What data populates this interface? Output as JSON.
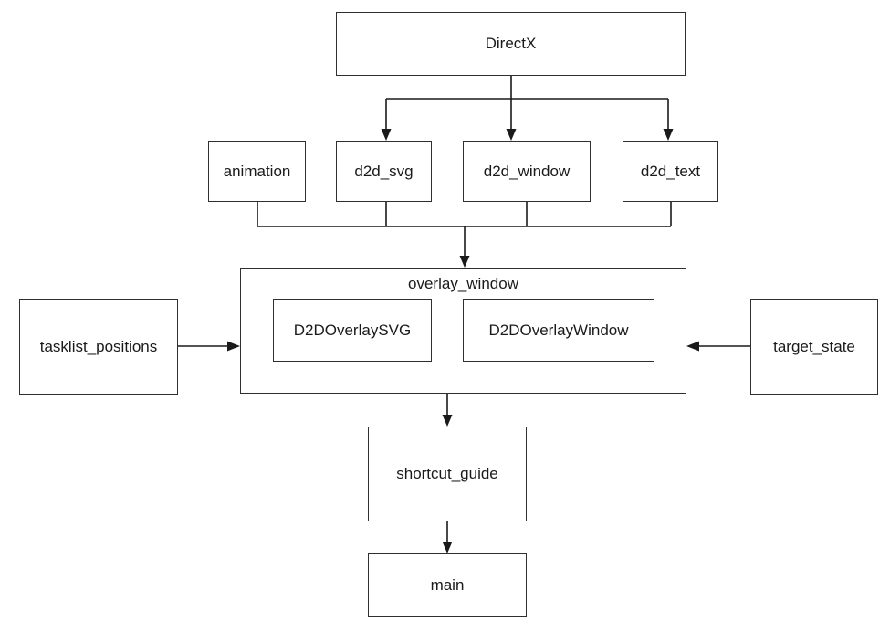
{
  "diagram": {
    "background": "#ffffff",
    "line_color": "#1a1a1a",
    "box_border_color": "#2f2f2f",
    "text_color": "#1a1a1a",
    "nodes": {
      "directx": "DirectX",
      "animation": "animation",
      "d2d_svg": "d2d_svg",
      "d2d_window": "d2d_window",
      "d2d_text": "d2d_text",
      "overlay_window": "overlay_window",
      "d2d_overlay_svg": "D2DOverlaySVG",
      "d2d_overlay_window": "D2DOverlayWindow",
      "tasklist_positions": "tasklist_positions",
      "target_state": "target_state",
      "shortcut_guide": "shortcut_guide",
      "main": "main"
    },
    "edges": [
      {
        "from": "DirectX",
        "to": "d2d_svg"
      },
      {
        "from": "DirectX",
        "to": "d2d_window"
      },
      {
        "from": "DirectX",
        "to": "d2d_text"
      },
      {
        "from": "animation",
        "to": "overlay_window"
      },
      {
        "from": "d2d_svg",
        "to": "overlay_window"
      },
      {
        "from": "d2d_window",
        "to": "overlay_window"
      },
      {
        "from": "d2d_text",
        "to": "overlay_window"
      },
      {
        "from": "tasklist_positions",
        "to": "overlay_window"
      },
      {
        "from": "target_state",
        "to": "overlay_window"
      },
      {
        "from": "overlay_window",
        "to": "shortcut_guide"
      },
      {
        "from": "shortcut_guide",
        "to": "main"
      }
    ]
  }
}
